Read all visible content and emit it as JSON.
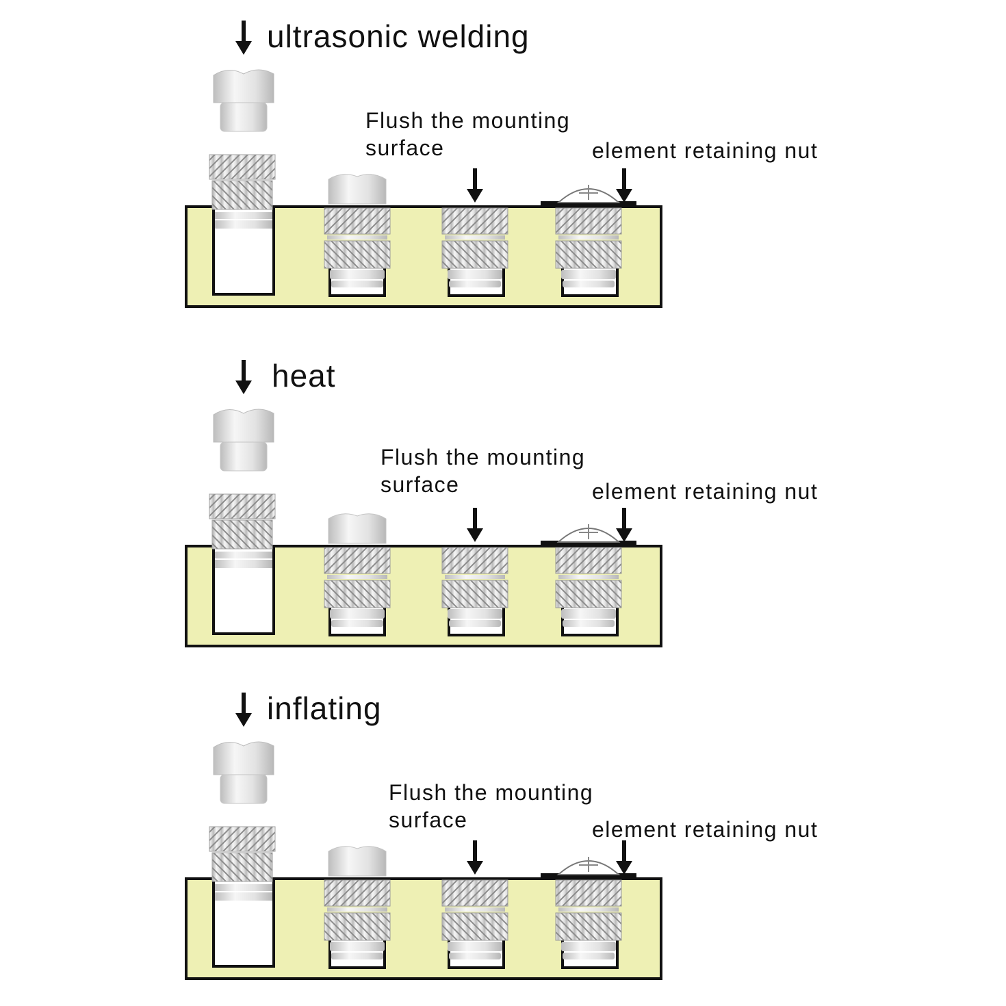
{
  "panels": [
    {
      "title": "ultrasonic welding",
      "flush_label_line1": "Flush the mounting",
      "flush_label_line2": "surface",
      "nut_label": "element retaining nut"
    },
    {
      "title": "heat",
      "flush_label_line1": "Flush the mounting",
      "flush_label_line2": "surface",
      "nut_label": "element retaining nut"
    },
    {
      "title": "inflating",
      "flush_label_line1": "Flush the mounting",
      "flush_label_line2": "surface",
      "nut_label": "element retaining nut"
    }
  ],
  "colors": {
    "plastic_base": "#eef0b4",
    "outline": "#111111",
    "insert_metal": "#e6e6e6",
    "insert_highlight": "#ffffff"
  }
}
